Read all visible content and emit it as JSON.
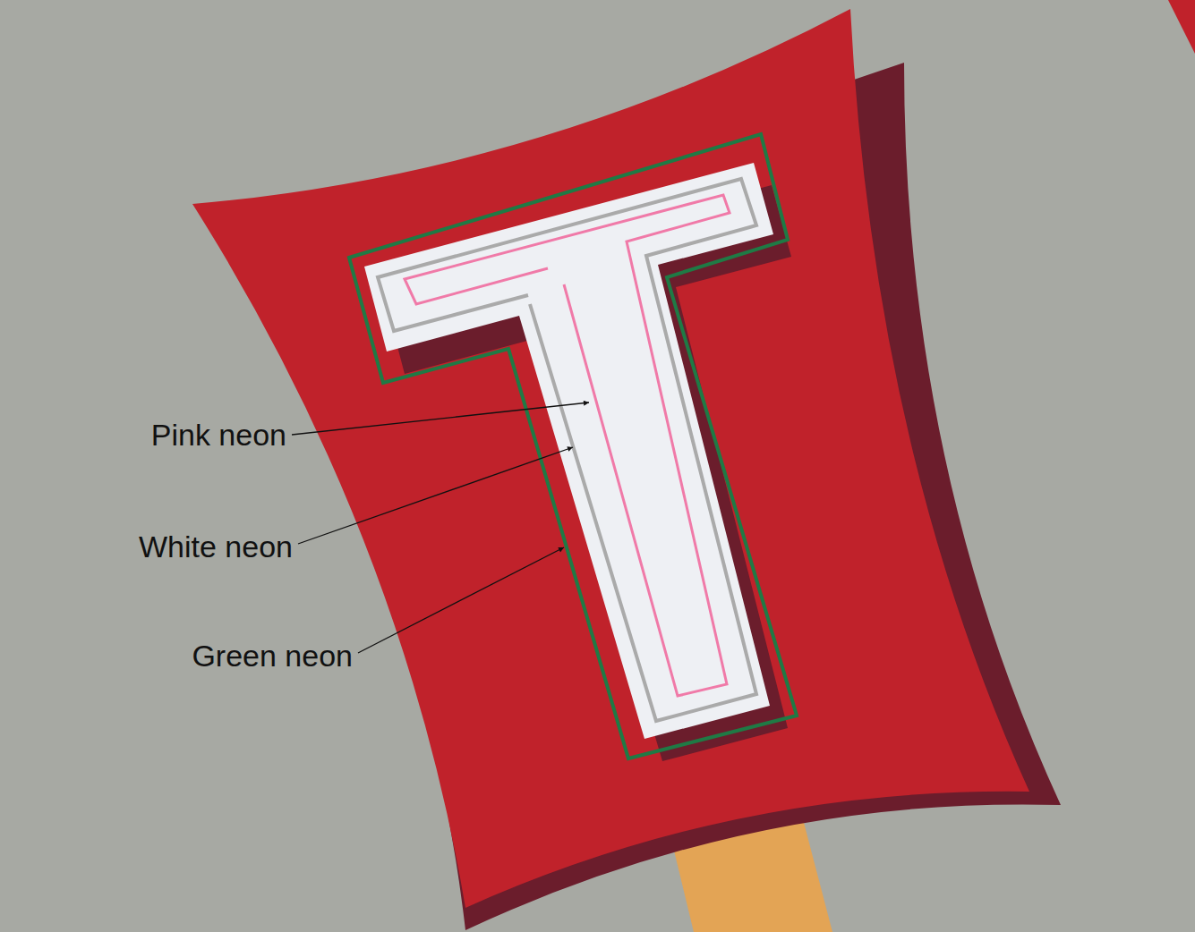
{
  "diagram": {
    "labels": [
      "Pink neon",
      "White neon",
      "Green neon"
    ]
  }
}
